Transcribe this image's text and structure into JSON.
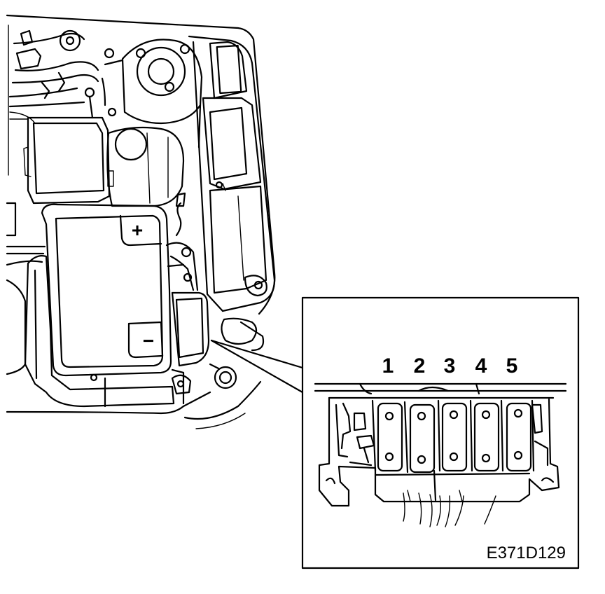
{
  "figure_ref": "E371D129",
  "fuse_labels": [
    "1",
    "2",
    "3",
    "4",
    "5"
  ],
  "battery": {
    "positive_symbol": "+",
    "negative_symbol": "−"
  },
  "colors": {
    "line": "#000000",
    "background": "#ffffff"
  }
}
